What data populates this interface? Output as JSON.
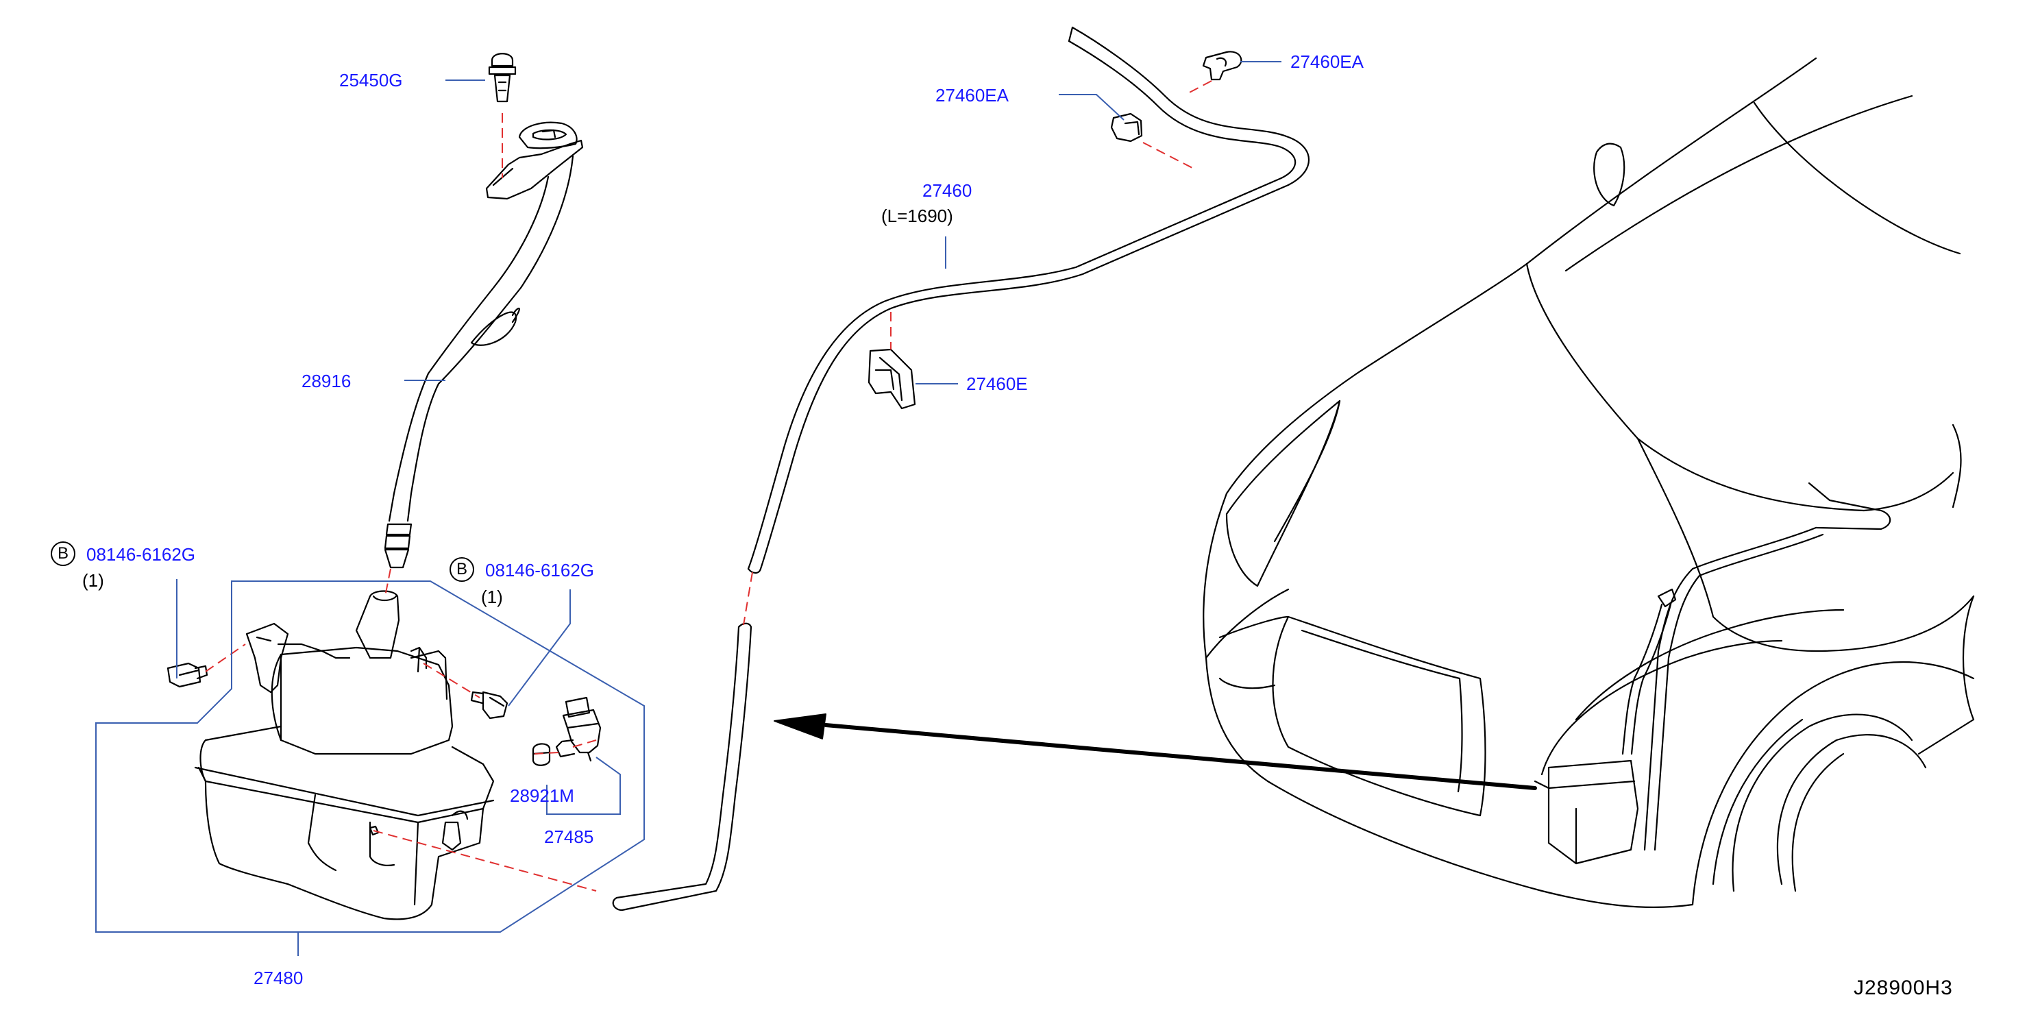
{
  "labels": {
    "clip_25450g": "25450G",
    "clip_27460ea_top": "27460EA",
    "clip_27460ea_left": "27460EA",
    "hose_27460": "27460",
    "hose_length": "(L=1690)",
    "clip_27460e": "27460E",
    "filler_28916": "28916",
    "bolt_left_part": "08146-6162G",
    "bolt_left_qty": "(1)",
    "bolt_right_part": "08146-6162G",
    "bolt_right_qty": "(1)",
    "grommet_28921m": "28921M",
    "pump_27485": "27485",
    "tank_27480": "27480",
    "bolt_symbol": "B"
  },
  "diagram_id": "J28900H3",
  "colors": {
    "label": "#1a1aff",
    "leader": "#3a5fb0",
    "dashed": "#e03030",
    "outline": "#000000"
  }
}
